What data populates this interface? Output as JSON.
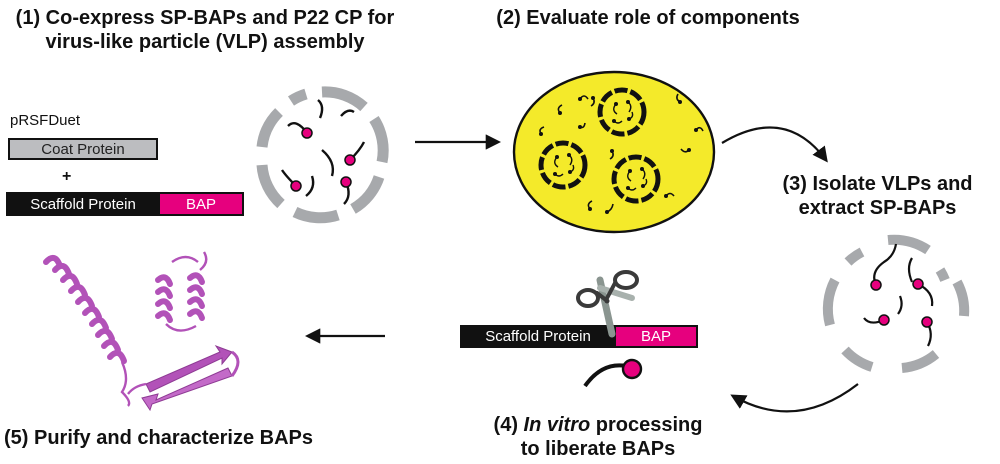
{
  "steps": {
    "s1": {
      "line1": "(1) Co-express SP-BAPs and P22 CP for",
      "line2": "virus-like particle (VLP) assembly"
    },
    "s2": {
      "line1": "(2) Evaluate role of components"
    },
    "s3": {
      "line1": "(3) Isolate VLPs and",
      "line2": "extract SP-BAPs"
    },
    "s4": {
      "line1_prefix": "(4) ",
      "line1_italic": "In vitro",
      "line1_suffix": " processing",
      "line2": "to liberate BAPs"
    },
    "s5": {
      "line1": "(5) Purify and characterize BAPs"
    }
  },
  "plasmid": {
    "name": "pRSFDuet",
    "coat_label": "Coat Protein",
    "plus": "+",
    "scaffold_label": "Scaffold Protein",
    "bap_label": "BAP"
  },
  "processing": {
    "scaffold_label": "Scaffold Protein",
    "bap_label": "BAP"
  },
  "colors": {
    "magenta": "#e6007e",
    "shell_gray": "#a7a9ac",
    "bar_gray": "#bcbdc0",
    "cell_yellow": "#f4ea2a",
    "protein_purple": "#b252b8",
    "ink": "#111111"
  },
  "icons": [
    "arrow-right-icon",
    "curved-arrow-icon",
    "scissors-icon",
    "protein-structure-icon"
  ]
}
